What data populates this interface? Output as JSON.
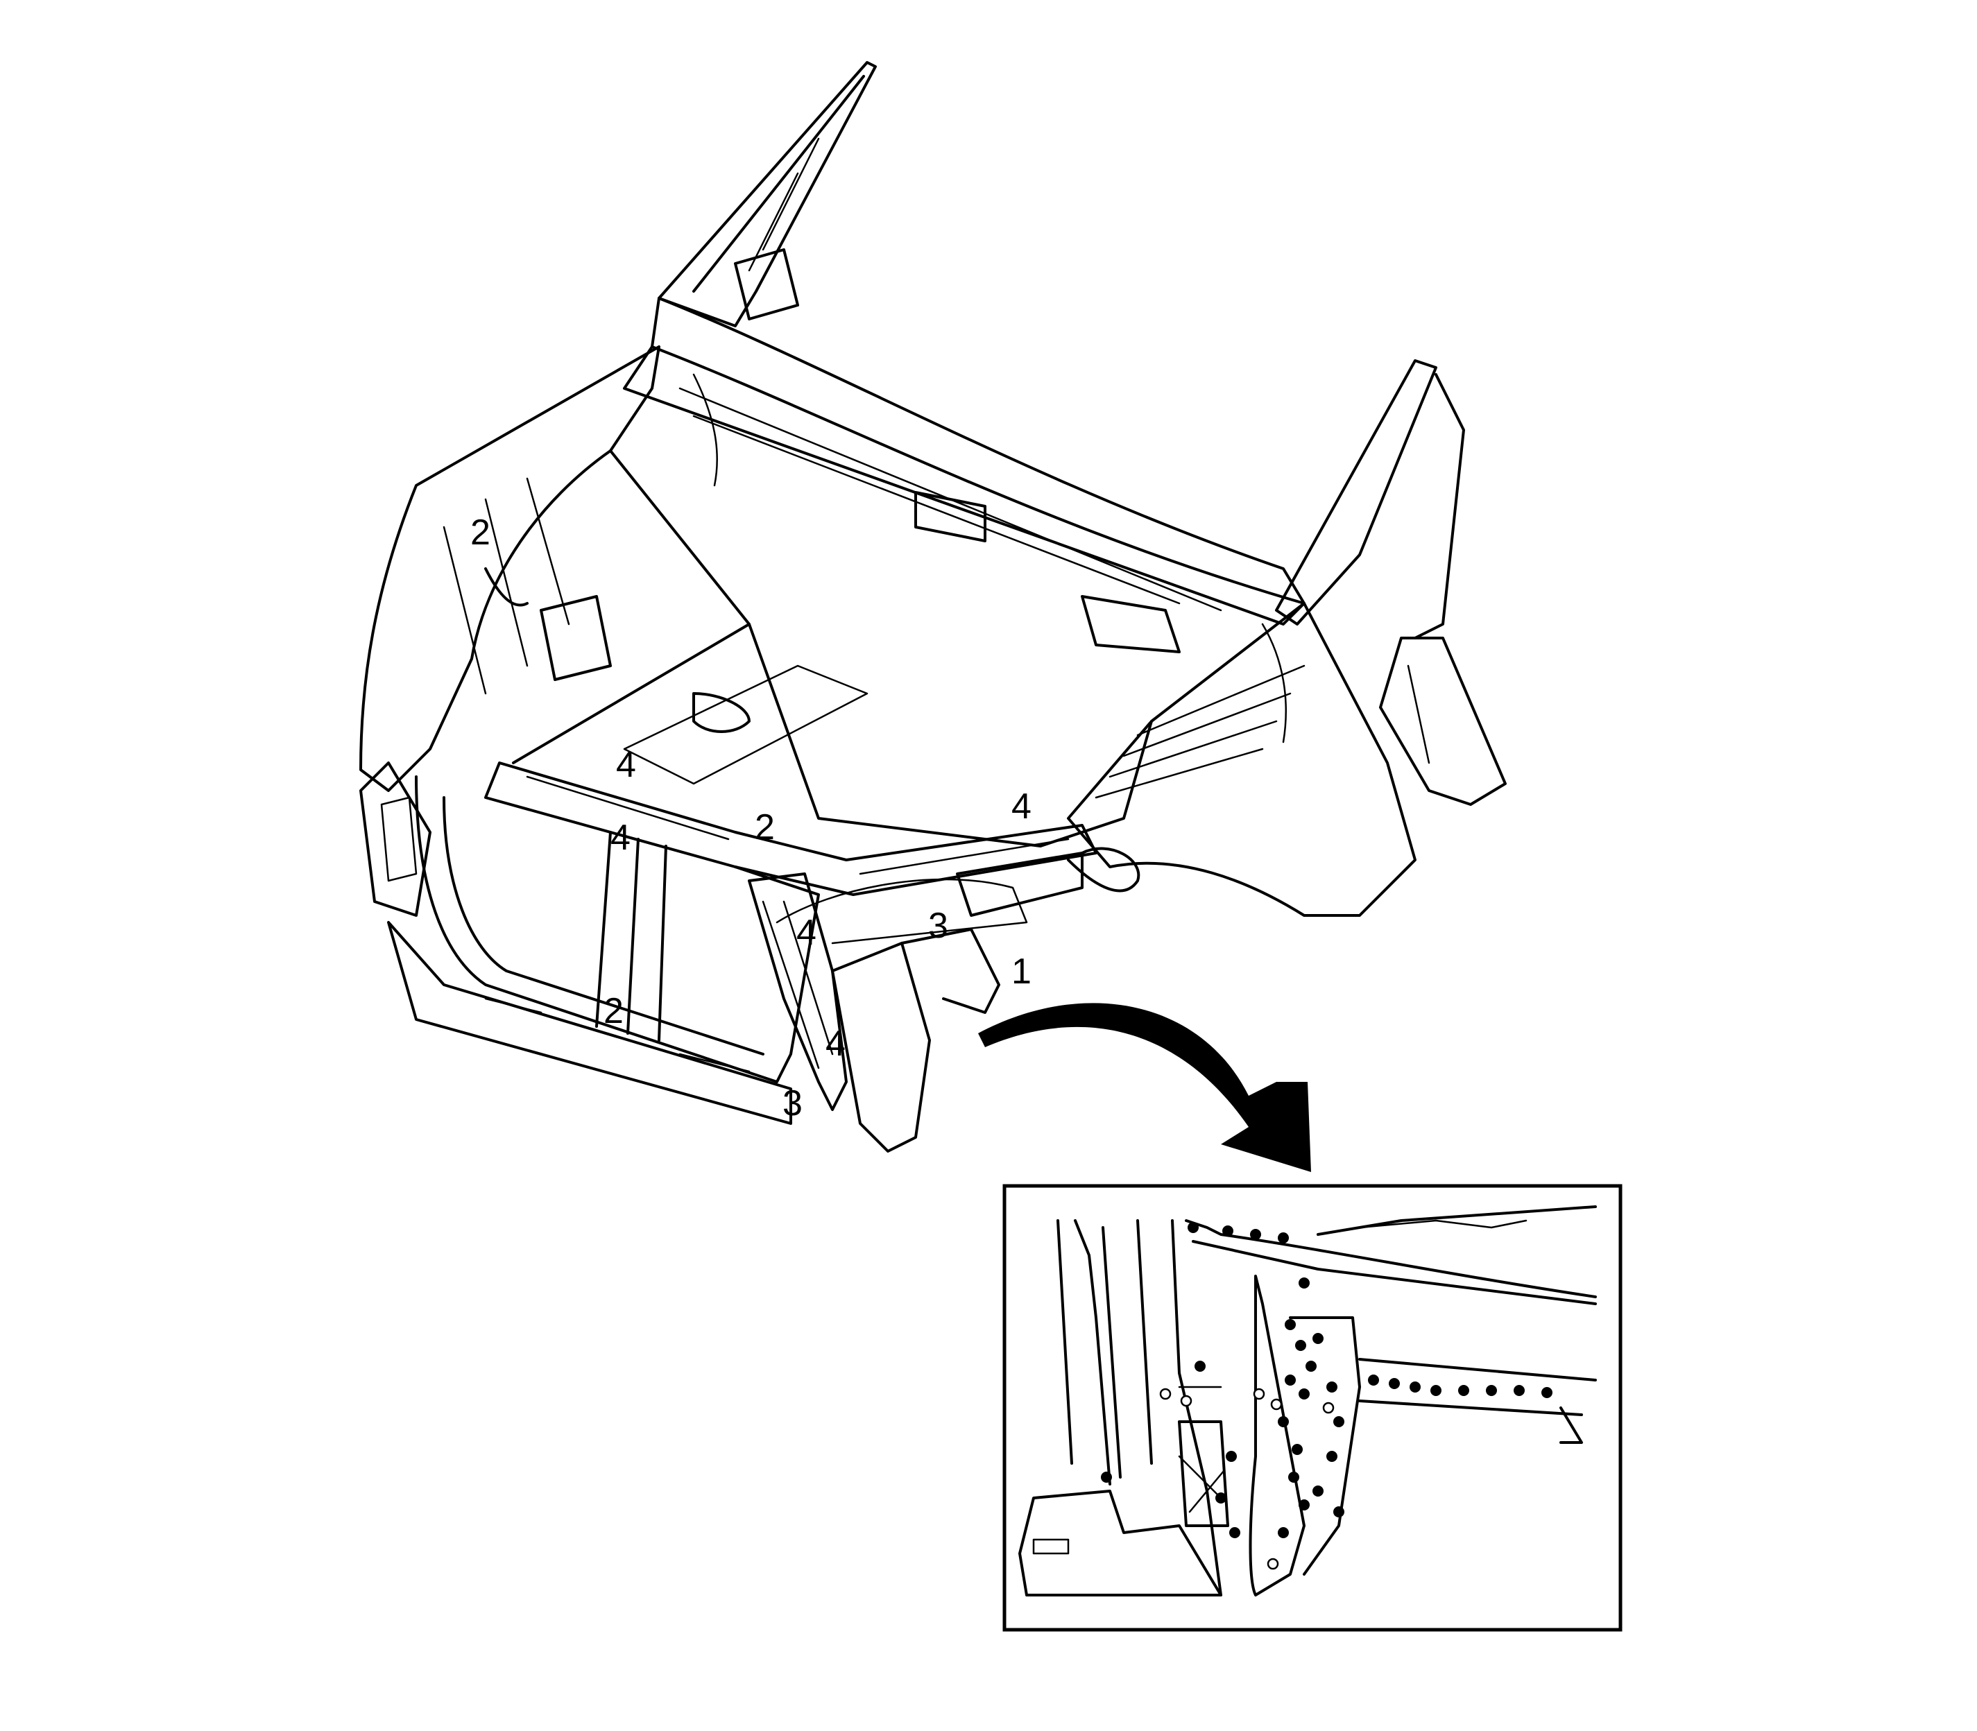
{
  "callouts": {
    "left_upper_2": "2",
    "left_4": "4",
    "center_4": "4",
    "top_center_2": "2",
    "right_4": "4",
    "lower_center_4": "4",
    "center_3": "3",
    "right_1": "1",
    "bottom_2": "2",
    "support_4": "4",
    "bottom_3": "3"
  },
  "colors": {
    "line": "#000000",
    "background": "#ffffff"
  }
}
